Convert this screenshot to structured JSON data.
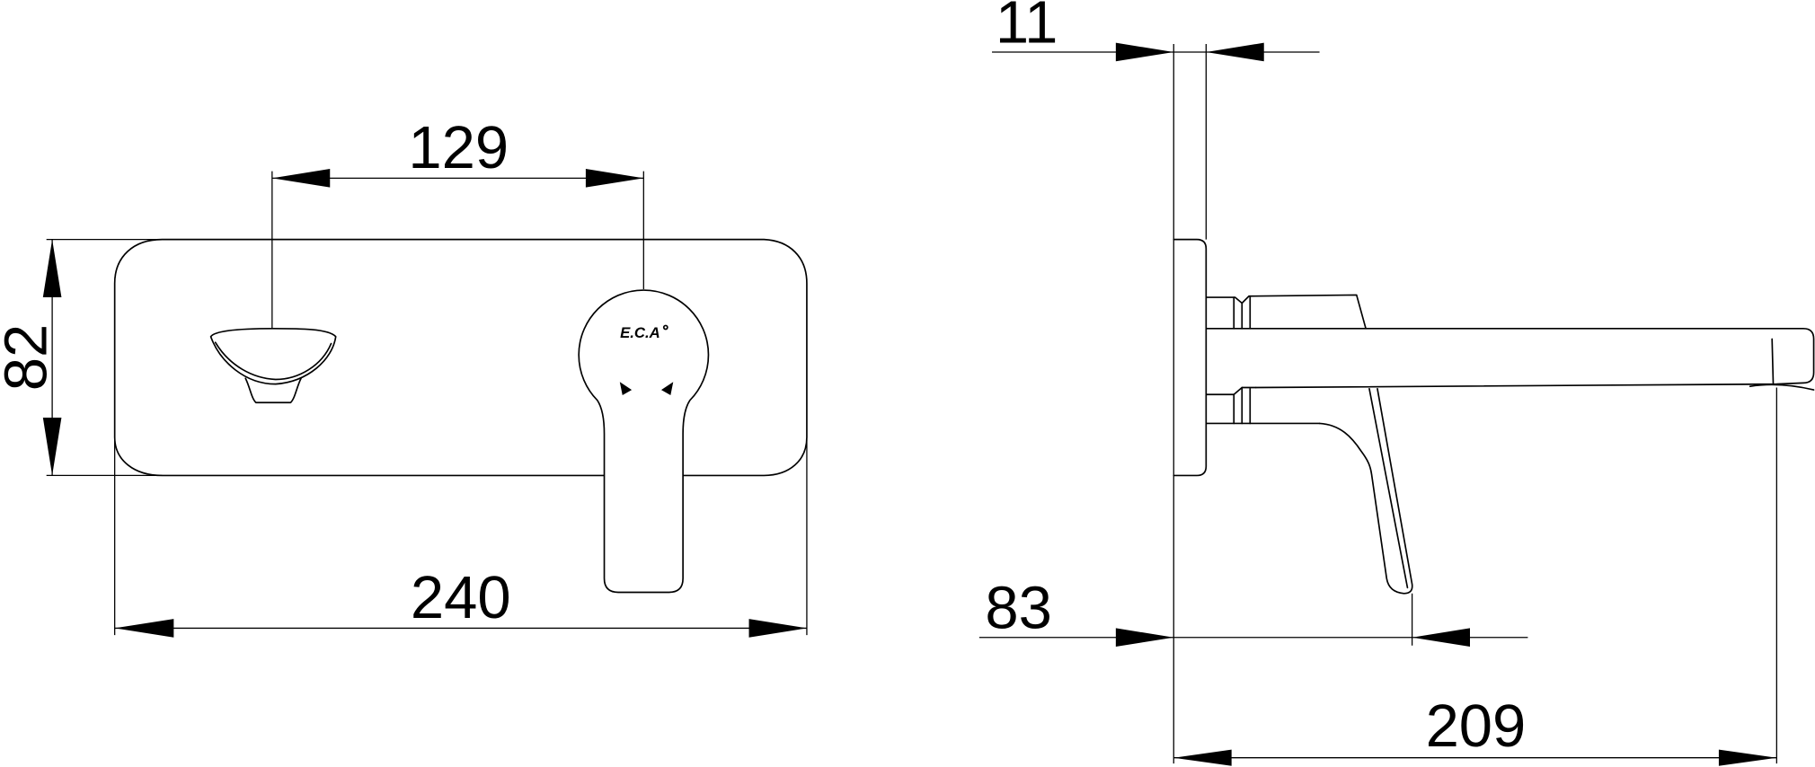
{
  "drawing": {
    "front_view": {
      "overall_width": "240",
      "overall_height": "82",
      "handle_spacing": "129",
      "logo": "E.C.A"
    },
    "side_view": {
      "plate_thickness": "11",
      "lever_projection": "83",
      "spout_projection": "209"
    }
  },
  "colors": {
    "line": "#000000",
    "background": "#ffffff"
  }
}
